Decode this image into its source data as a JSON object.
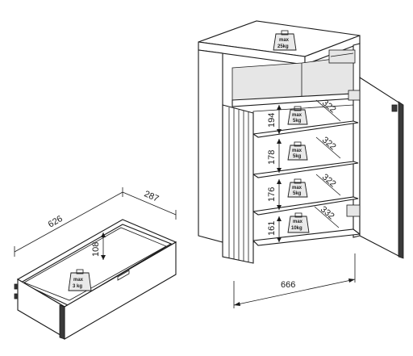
{
  "drawer": {
    "width_label": "626",
    "depth_label": "287",
    "height_label": "108",
    "load": {
      "max": "max",
      "weight": "3 kg"
    }
  },
  "cabinet": {
    "width_label": "666",
    "top_load": {
      "max": "max",
      "weight": "25kg"
    },
    "shelves": [
      {
        "height": "194",
        "depth": "322",
        "max": "max",
        "weight": "5kg"
      },
      {
        "height": "178",
        "depth": "322",
        "max": "max",
        "weight": "5kg"
      },
      {
        "height": "176",
        "depth": "322",
        "max": "max",
        "weight": "5kg"
      },
      {
        "height": "161",
        "depth": "332",
        "max": "max",
        "weight": "10kg"
      }
    ]
  }
}
